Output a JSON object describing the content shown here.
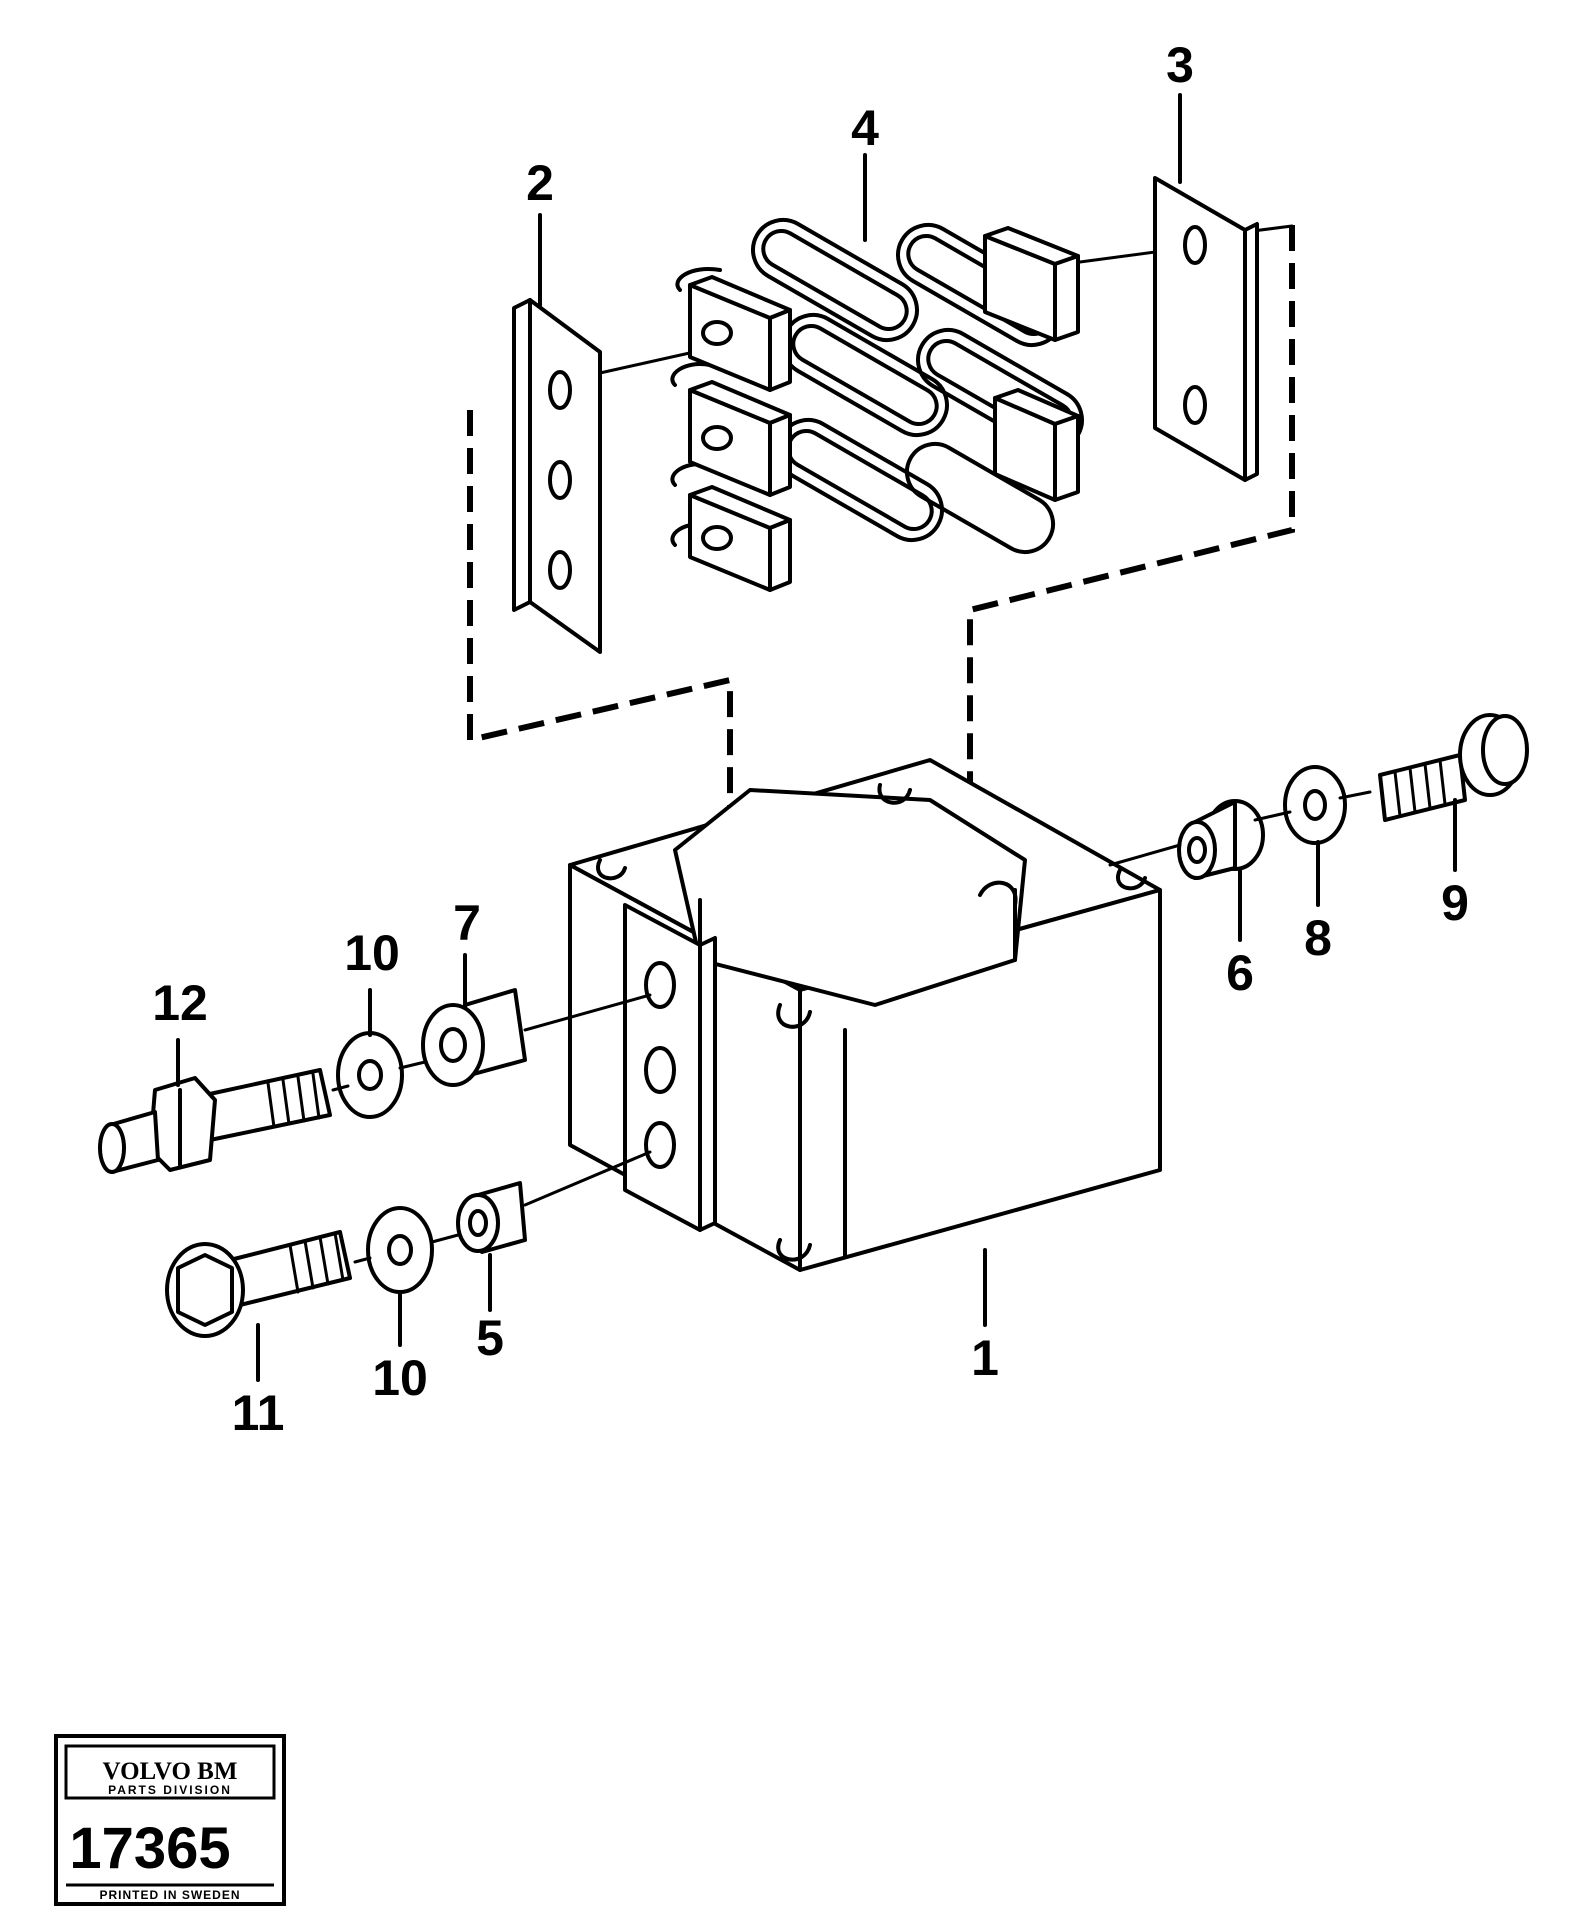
{
  "callouts": [
    "1",
    "2",
    "3",
    "4",
    "5",
    "6",
    "7",
    "8",
    "9",
    "10",
    "10",
    "11",
    "12"
  ],
  "stamp": {
    "brand": "VOLVO BM",
    "division": "PARTS DIVISION",
    "number": "17365",
    "printed": "PRINTED IN SWEDEN"
  }
}
